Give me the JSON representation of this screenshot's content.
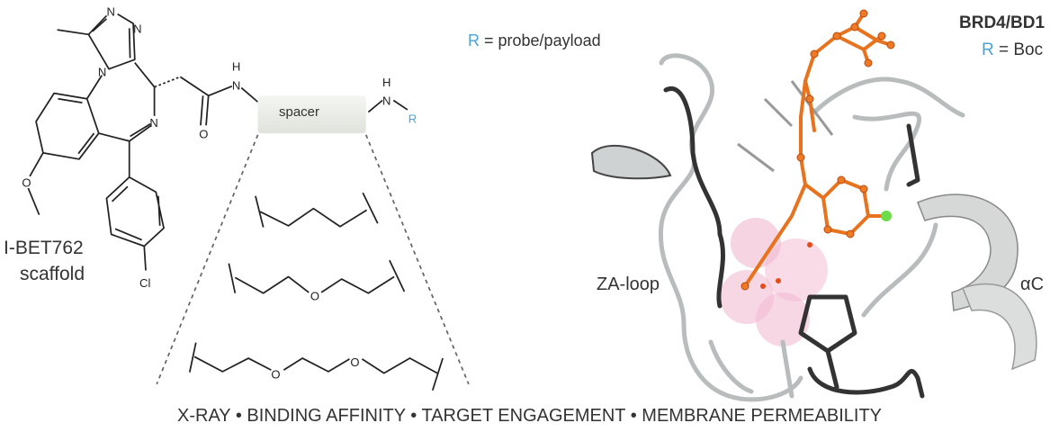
{
  "scaffold": {
    "name": "I-BET762",
    "subtitle": "scaffold"
  },
  "atoms": {
    "n": "N",
    "h": "H",
    "o": "O",
    "cl": "Cl",
    "r": "R"
  },
  "spacer_label": "spacer",
  "r_definition": {
    "r": "R",
    "text": " = probe/payload"
  },
  "protein": {
    "title": "BRD4/BD1",
    "r": "R",
    "r_text": " = Boc",
    "za_loop": "ZA-loop",
    "alpha_c": "αC"
  },
  "footer": "X-RAY • BINDING AFFINITY • TARGET ENGAGEMENT • MEMBRANE PERMEABILITY",
  "colors": {
    "r_accent": "#4aa3d6",
    "ligand": "#e8731f",
    "pink": "#f2b7cf",
    "ribbon": "#b9bcbd"
  }
}
